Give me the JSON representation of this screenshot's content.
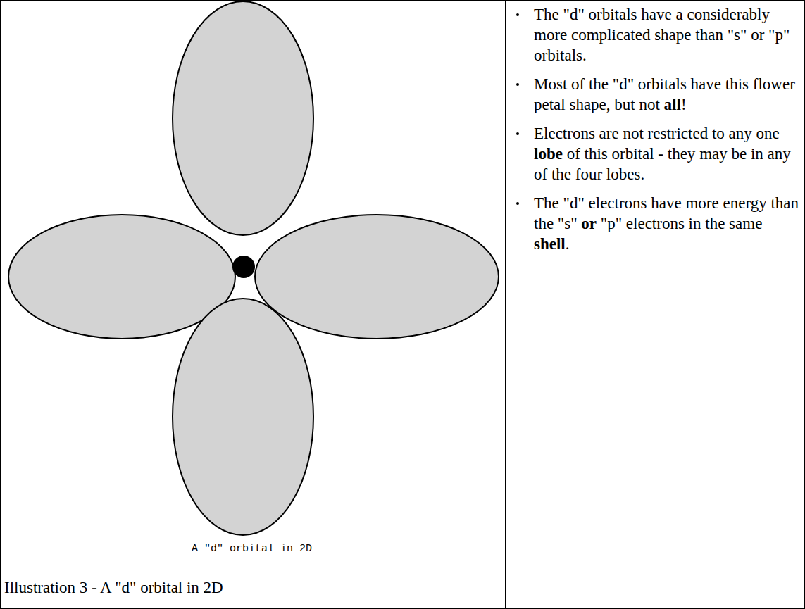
{
  "diagram": {
    "caption": "Illustration 3 - A \"d\" orbital in 2D",
    "labels": [
      "A \"d\" orbital in 2D",
      "The \"d\" orbitals have a considerably more complicated shape than \"s\" or \"p\" orbitals.",
      "Most of the \"d\" orbitals have this flower petal shape, but not all!",
      "Electrons are not restricted to any one lobe of this orbital - they may be in any of the four lobes.",
      "The \"d\" electrons have more energy than the \"s\" or \"p\" electrons in the same shell."
    ]
  }
}
